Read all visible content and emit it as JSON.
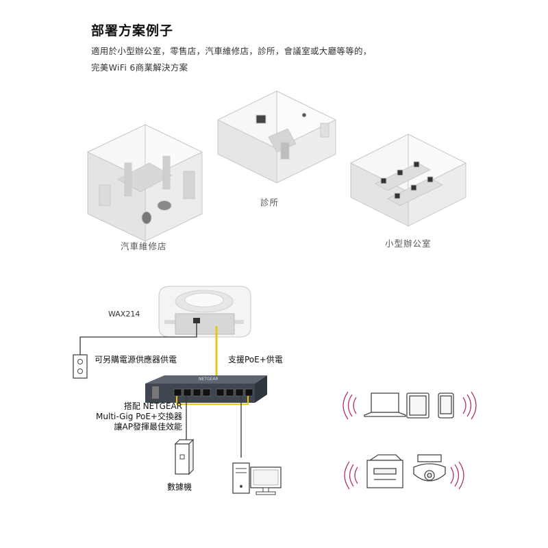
{
  "header": {
    "title": "部署方案例子",
    "line1": "適用於小型辦公室，零售店，汽車維修店，診所，會議室或大廳等等的，",
    "line2": "完美WiFi 6商業解決方案"
  },
  "scenes": {
    "garage": "汽車維修店",
    "clinic": "診所",
    "office": "小型辦公室"
  },
  "network": {
    "ap_model": "WAX214",
    "power_label": "可另購電源供應器供電",
    "poe_label": "支援PoE+供電",
    "switch_line1": "搭配 NETGEAR",
    "switch_line2": "Multi-Gig PoE+交換器",
    "switch_line3": "讓AP發揮最佳效能",
    "nas_label": "數據機",
    "switch_brand": "NETGEAR"
  },
  "colors": {
    "poe_cable": "#e8c619",
    "wave": "#b0306e",
    "line": "#333333"
  }
}
